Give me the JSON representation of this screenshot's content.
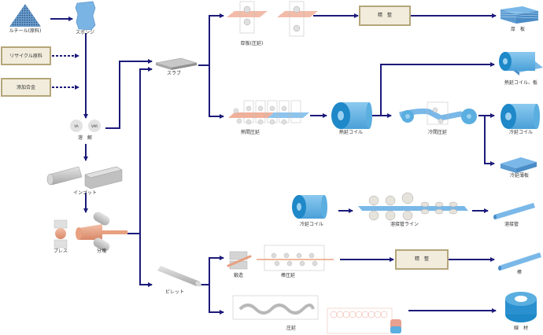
{
  "diagram": {
    "colors": {
      "arrow": "#1c1a7a",
      "box_fill": "#f1ecdc",
      "box_border": "#b5a67a",
      "metal_gray": "#c8c8c8",
      "copper": "#e8a080",
      "coil_blue": "#5aaee0",
      "coil_dark": "#1e88c8"
    },
    "nodes": {
      "rutile": "ルチール(原料)",
      "sponge": "スポンジ",
      "recycle": "リサイクル原料",
      "alloy": "添加合金",
      "melting": "溶　解",
      "melt_left": "VA",
      "melt_right": "VAR",
      "ingot": "インゴット",
      "press": "プレス",
      "forging": "分塊",
      "slab": "スラブ",
      "billet": "ビレット",
      "plate_rolling": "厚板(圧延)",
      "finishing_1": "精　整",
      "thick_plate": "厚　板",
      "hot_rolling": "熱間圧延",
      "hot_coil": "熱延コイル",
      "hot_coil_plate": "熱延コイル、板",
      "cold_rolling": "冷間圧延",
      "cold_coil": "冷延コイル",
      "cold_sheet": "冷延薄板",
      "cold_coil_2": "冷延コイル",
      "weld_pipe_line": "溶接管ライン",
      "weld_pipe": "溶接管",
      "forge": "鍛造",
      "bar_rolling": "棒圧延",
      "finishing_2": "精　整",
      "bar": "棒",
      "wire_rolling": "圧延",
      "wire": "線　材"
    }
  }
}
